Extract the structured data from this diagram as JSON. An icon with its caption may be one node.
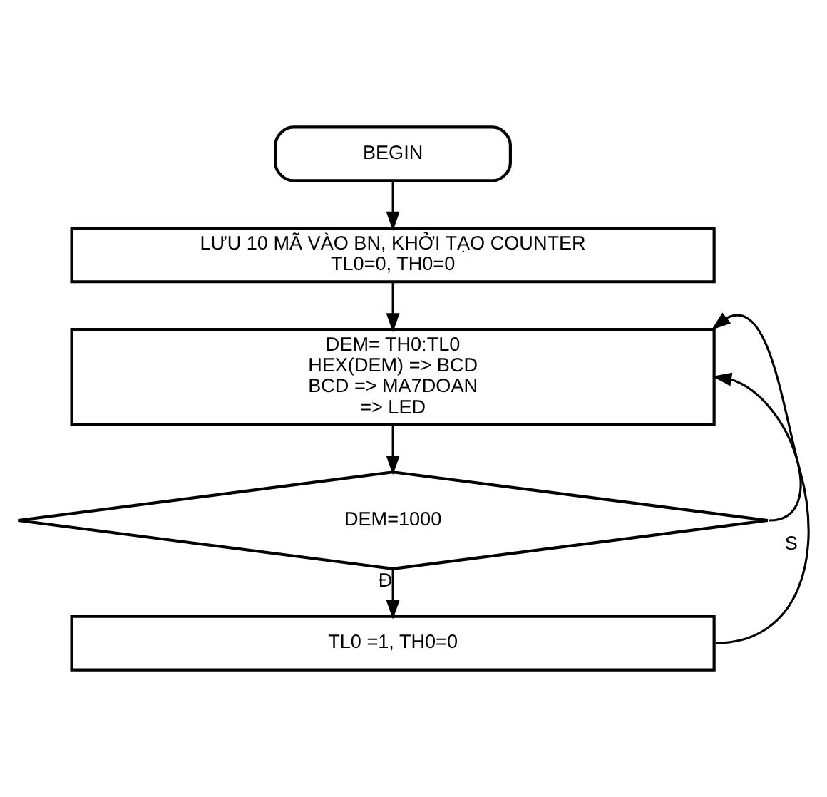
{
  "diagram": {
    "nodes": [
      {
        "text": [
          "BEGIN"
        ]
      },
      {
        "text": [
          "LƯU 10 MÃ VÀO BN, KHỞI TẠO COUNTER TL0=0, TH0=0"
        ]
      },
      {
        "text": [
          "DEM= TH0:TL0 HEX(DEM) => BCD BCD => MA7DOAN => LED"
        ]
      },
      {
        "text": [
          "DEM=1000"
        ]
      },
      {
        "text": [
          "TL0 =1, TH0=0"
        ]
      }
    ],
    "edges": [
      {
        "from": 0,
        "to": 1,
        "arrow": "to"
      },
      {
        "from": 1,
        "to": 2,
        "arrow": "to"
      },
      {
        "from": 2,
        "to": 3,
        "arrow": "to"
      },
      {
        "from": 3,
        "to": 4,
        "arrow": "to",
        "label": "Đ"
      },
      {
        "from": 3,
        "to": 2,
        "arrow": "to",
        "label": "S"
      },
      {
        "from": 4,
        "to": 2,
        "arrow": "to"
      }
    ]
  }
}
